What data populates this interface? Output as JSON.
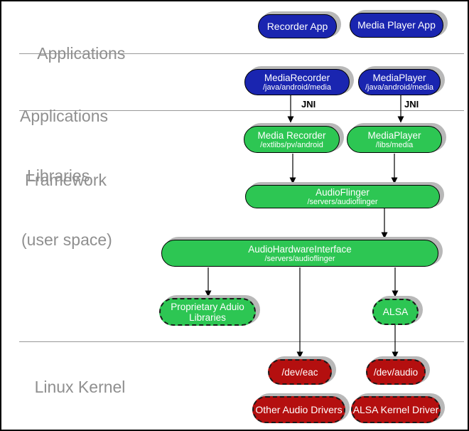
{
  "colors": {
    "app_blue": "#1a25b0",
    "lib_green": "#2dc653",
    "kernel_red": "#b40f0f",
    "label_gray": "#8f8f8f",
    "divider_gray": "#999999",
    "shadow_gray": "#b8b8b8"
  },
  "layers": {
    "applications": {
      "label": "Applications"
    },
    "applications_framework": {
      "line1": "Applications",
      "line2": "Framework"
    },
    "libraries": {
      "line1": "Libraries",
      "line2": "(user space)"
    },
    "linux_kernel": {
      "label": "Linux Kernel"
    }
  },
  "nodes": {
    "recorder_app": {
      "title": "Recorder App"
    },
    "media_player_app": {
      "title": "Media Player App"
    },
    "media_recorder_fw": {
      "title": "MediaRecorder",
      "subtitle": "/java/android/media"
    },
    "media_player_fw": {
      "title": "MediaPlayer",
      "subtitle": "/java/android/media"
    },
    "media_recorder_lib": {
      "title": "Media Recorder",
      "subtitle": "/extlibs/pv/android"
    },
    "media_player_lib": {
      "title": "MediaPlayer",
      "subtitle": "/libs/media"
    },
    "audio_flinger": {
      "title": "AudioFlinger",
      "subtitle": "/servers/audioflinger"
    },
    "audio_hardware_interface": {
      "title": "AudioHardwareInterface",
      "subtitle": "/servers/audioflinger"
    },
    "proprietary_audio_libraries": {
      "line1": "Proprietary Aduio",
      "line2": "Libraries"
    },
    "alsa": {
      "title": "ALSA"
    },
    "dev_eac": {
      "title": "/dev/eac"
    },
    "dev_audio": {
      "title": "/dev/audio"
    },
    "other_audio_drivers": {
      "title": "Other Audio Drivers"
    },
    "alsa_kernel_driver": {
      "title": "ALSA Kernel Driver"
    }
  },
  "edge_labels": {
    "jni_left": "JNI",
    "jni_right": "JNI"
  }
}
